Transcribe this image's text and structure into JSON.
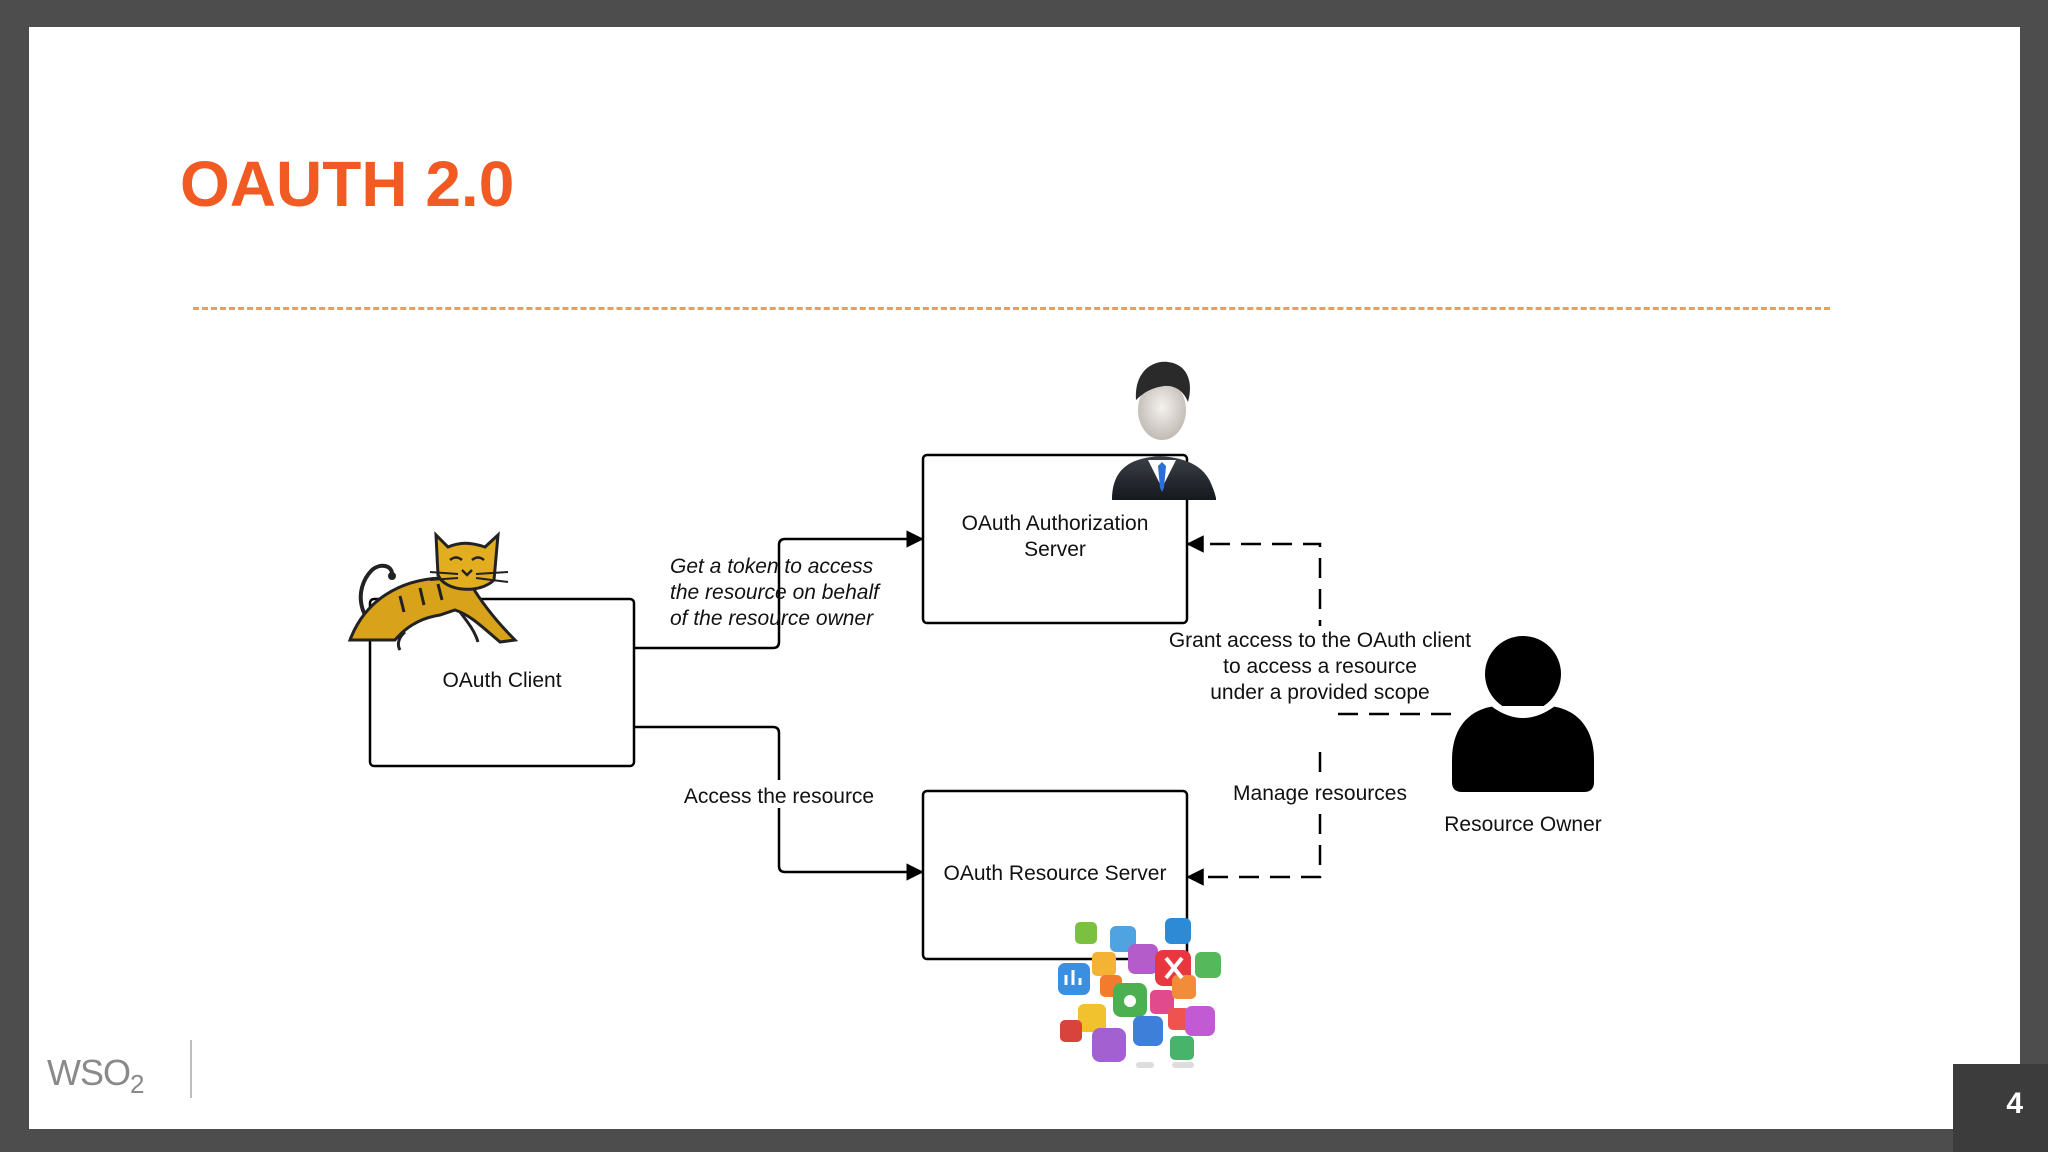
{
  "slide": {
    "title": "OAUTH 2.0",
    "page_number": "4",
    "logo_text": "WSO",
    "logo_sub": "2"
  },
  "diagram": {
    "nodes": {
      "client": "OAuth Client",
      "auth_server_line1": "OAuth Authorization",
      "auth_server_line2": "Server",
      "resource_server": "OAuth Resource Server",
      "resource_owner": "Resource Owner"
    },
    "edges": {
      "token_line1": "Get a token to access",
      "token_line2": "the resource on behalf",
      "token_line3": "of the resource owner",
      "access": "Access the resource",
      "grant_line1": "Grant access to the OAuth client",
      "grant_line2": "to access a resource",
      "grant_line3": "under a provided scope",
      "manage": "Manage resources"
    },
    "icons": {
      "client": "tomcat-cat-icon",
      "auth_server": "businessman-icon",
      "resource_owner": "user-silhouette-icon",
      "resource_server": "app-icons-cluster"
    }
  },
  "colors": {
    "accent": "#f15a22",
    "divider": "#f39c4b",
    "frame": "#4d4d4d"
  }
}
